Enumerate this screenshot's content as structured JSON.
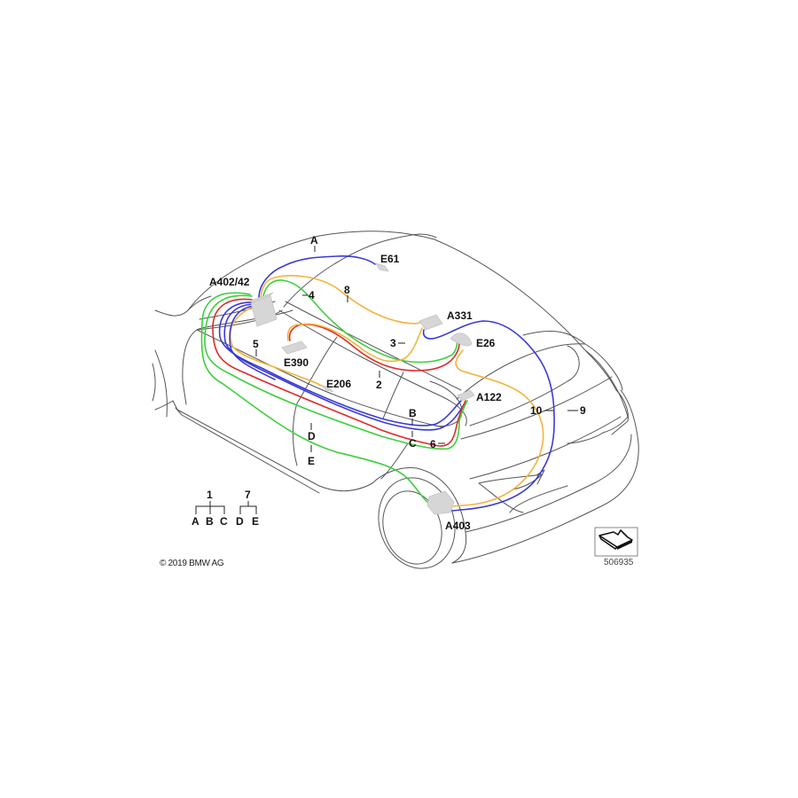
{
  "diagram": {
    "title": "BMW wiring harness diagram - rear body (antenna / audio / telematics cables)",
    "colors": {
      "outline": "#555555",
      "wire_blue": "#3a3ad6",
      "wire_green": "#3ccf3c",
      "wire_red": "#e02a2a",
      "wire_orange": "#f2b43a",
      "component_fill": "#d6d6d6"
    },
    "components": [
      {
        "id": "A402/42",
        "label": "A402/42"
      },
      {
        "id": "E61",
        "label": "E61"
      },
      {
        "id": "A331",
        "label": "A331"
      },
      {
        "id": "E26",
        "label": "E26"
      },
      {
        "id": "E390",
        "label": "E390"
      },
      {
        "id": "E206",
        "label": "E206"
      },
      {
        "id": "A122",
        "label": "A122"
      },
      {
        "id": "A403",
        "label": "A403"
      }
    ],
    "callouts": [
      {
        "id": "A",
        "label": "A"
      },
      {
        "id": "2",
        "label": "2"
      },
      {
        "id": "3",
        "label": "3"
      },
      {
        "id": "4",
        "label": "4"
      },
      {
        "id": "5",
        "label": "5"
      },
      {
        "id": "6",
        "label": "6"
      },
      {
        "id": "8",
        "label": "8"
      },
      {
        "id": "9",
        "label": "9"
      },
      {
        "id": "10",
        "label": "10"
      },
      {
        "id": "B",
        "label": "B"
      },
      {
        "id": "C",
        "label": "C"
      },
      {
        "id": "D",
        "label": "D"
      },
      {
        "id": "E",
        "label": "E"
      }
    ],
    "legend": {
      "groups": [
        {
          "parent": "1",
          "children": [
            "A",
            "B",
            "C"
          ]
        },
        {
          "parent": "7",
          "children": [
            "D",
            "E"
          ]
        }
      ]
    },
    "copyright": "© 2019 BMW AG",
    "image_number": "506935",
    "view_icon": "isometric-view-arrow-icon"
  }
}
